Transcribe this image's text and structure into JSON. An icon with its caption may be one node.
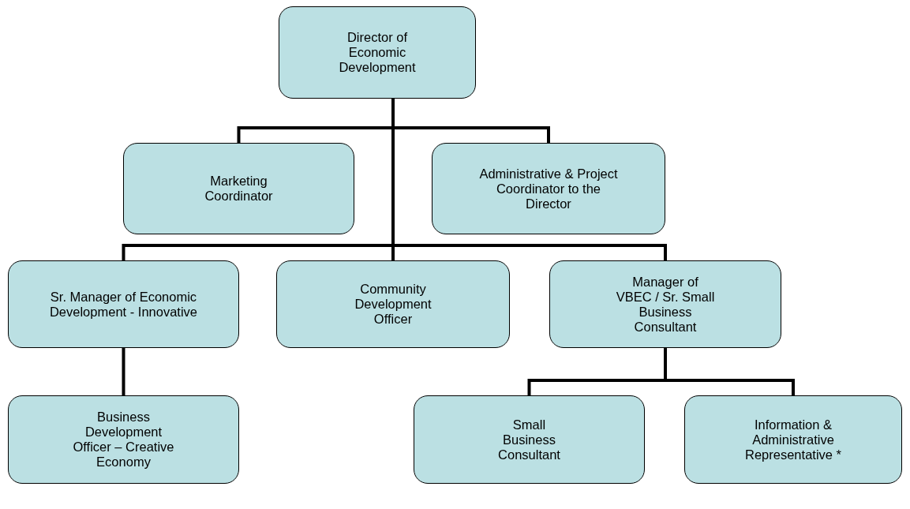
{
  "diagram": {
    "nodes": [
      {
        "text": [
          "Director of Economic Development"
        ]
      },
      {
        "text": [
          "Marketing Coordinator"
        ]
      },
      {
        "text": [
          "Administrative & Project Coordinator to the Director"
        ]
      },
      {
        "text": [
          "Sr. Manager of Economic Development - Innovative"
        ]
      },
      {
        "text": [
          "Community Development Officer"
        ]
      },
      {
        "text": [
          "Manager of VBEC / Sr. Small Business Consultant"
        ]
      },
      {
        "text": [
          "Business Development Officer – Creative Economy"
        ]
      },
      {
        "text": [
          "Small Business Consultant"
        ]
      },
      {
        "text": [
          "Information & Administrative Representative *"
        ]
      }
    ],
    "edges": [
      {
        "from": 0,
        "to": 1,
        "arrow": "none"
      },
      {
        "from": 0,
        "to": 2,
        "arrow": "none"
      },
      {
        "from": 0,
        "to": 3,
        "arrow": "none"
      },
      {
        "from": 0,
        "to": 4,
        "arrow": "none"
      },
      {
        "from": 0,
        "to": 5,
        "arrow": "none"
      },
      {
        "from": 3,
        "to": 6,
        "arrow": "none"
      },
      {
        "from": 5,
        "to": 7,
        "arrow": "none"
      },
      {
        "from": 5,
        "to": 8,
        "arrow": "none"
      }
    ]
  }
}
